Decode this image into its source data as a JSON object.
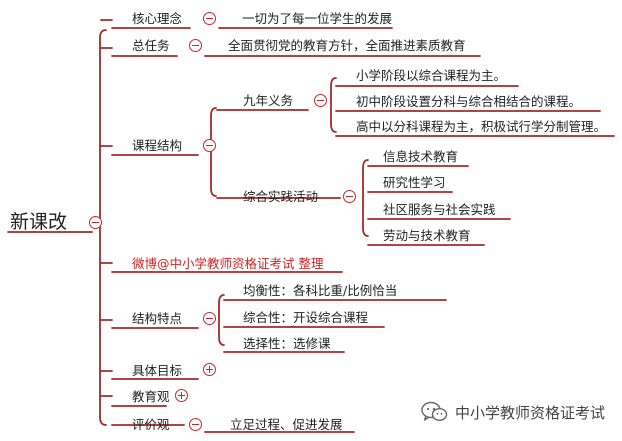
{
  "colors": {
    "line": "#a52a2a",
    "toggle": "#c62828",
    "highlight": "#d42222",
    "text": "#222222"
  },
  "root": {
    "label": "新课改"
  },
  "branches": {
    "core": {
      "label": "核心理念",
      "detail": "一切为了每一位学生的发展"
    },
    "task": {
      "label": "总任务",
      "detail": "全面贯彻党的教育方针，全面推进素质教育"
    },
    "curriculum": {
      "label": "课程结构",
      "compulsory": {
        "label": "九年义务",
        "items": [
          "小学阶段以综合课程为主。",
          "初中阶段设置分科与综合相结合的课程。",
          "高中以分科课程为主，积极试行学分制管理。"
        ]
      },
      "practice": {
        "label": "综合实践活动",
        "items": [
          "信息技术教育",
          "研究性学习",
          "社区服务与社会实践",
          "劳动与技术教育"
        ]
      }
    },
    "credit": {
      "label": "微博@中小学教师资格证考试 整理"
    },
    "features": {
      "label": "结构特点",
      "items": [
        "均衡性：各科比重/比例恰当",
        "综合性：开设综合课程",
        "选择性：选修课"
      ]
    },
    "goals": {
      "label": "具体目标"
    },
    "views": {
      "label": "教育观"
    },
    "evaluation": {
      "label": "评价观",
      "detail": "立足过程、促进发展"
    }
  },
  "watermark": {
    "text": "中小学教师资格证考试",
    "icon": "wechat-icon"
  }
}
